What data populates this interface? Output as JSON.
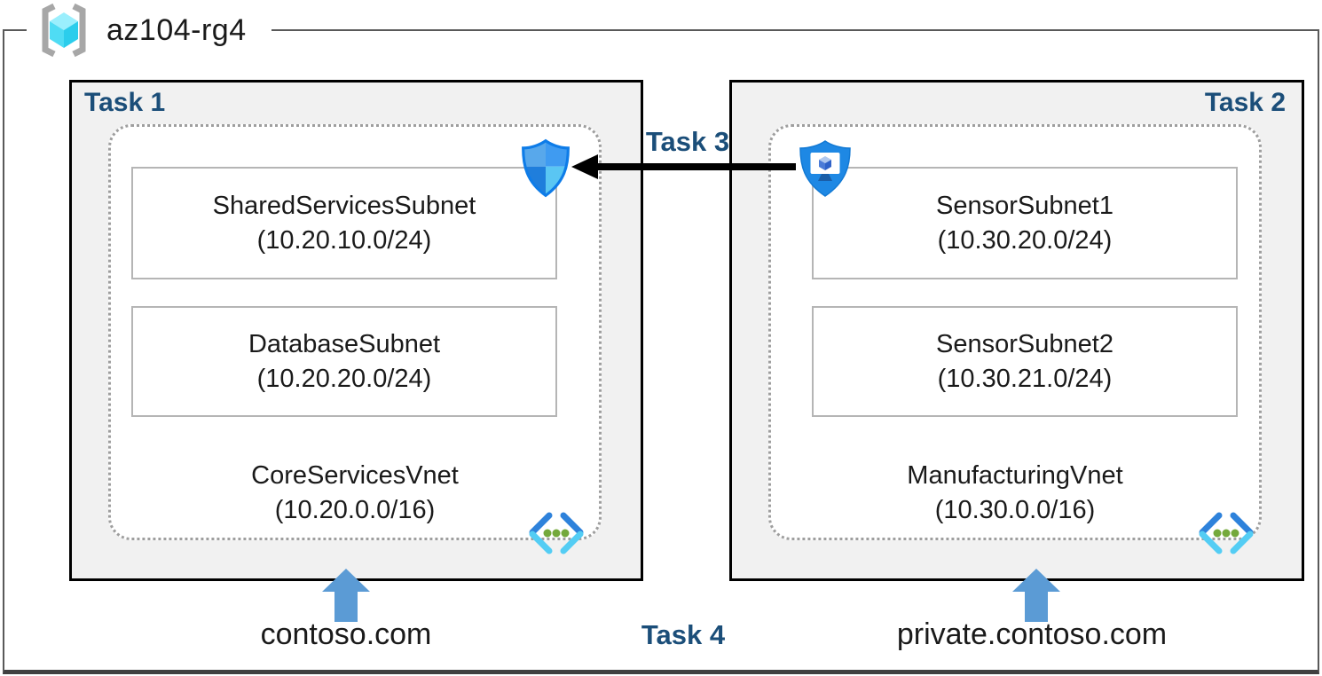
{
  "header": {
    "resource_group_name": "az104-rg4"
  },
  "left": {
    "task_label": "Task 1",
    "subnet1": {
      "name": "SharedServicesSubnet",
      "cidr": "(10.20.10.0/24)"
    },
    "subnet2": {
      "name": "DatabaseSubnet",
      "cidr": "(10.20.20.0/24)"
    },
    "vnet": {
      "name": "CoreServicesVnet",
      "cidr": "(10.20.0.0/16)"
    },
    "dns_zone": "contoso.com"
  },
  "right": {
    "task_label": "Task 2",
    "subnet1": {
      "name": "SensorSubnet1",
      "cidr": "(10.30.20.0/24)"
    },
    "subnet2": {
      "name": "SensorSubnet2",
      "cidr": "(10.30.21.0/24)"
    },
    "vnet": {
      "name": "ManufacturingVnet",
      "cidr": "(10.30.0.0/16)"
    },
    "dns_zone": "private.contoso.com"
  },
  "connections": {
    "peering_label": "Task 3",
    "dns_label": "Task 4"
  },
  "icons": {
    "resource_group": "resource-group-icon",
    "network_security_group": "nsg-shield-icon",
    "bastion": "bastion-shield-monitor-icon",
    "virtual_network": "virtual-network-brackets-icon",
    "dns_arrow": "blue-up-arrow-icon",
    "peering_arrow": "black-left-arrow"
  },
  "colors": {
    "task_label": "#1B4E79",
    "task_box_fill": "#F1F1F1",
    "task_box_border": "#000000",
    "dashed_border": "#9E9E9E",
    "subnet_border": "#B5B5B5",
    "outer_border": "#595959",
    "up_arrow": "#5B9BD5",
    "peering_arrow": "#000000",
    "shield_stroke": "#0E7CE8",
    "bastion_fill": "#1E88E4",
    "vnet_bracket_dark": "#2E82DB",
    "vnet_bracket_light": "#54CDF4",
    "vnet_dots": "#74A93C",
    "cube_cyan_light": "#9BEFFD",
    "cube_cyan_mid": "#4FDCF4",
    "cube_cyan_dark": "#2BCDEC"
  }
}
